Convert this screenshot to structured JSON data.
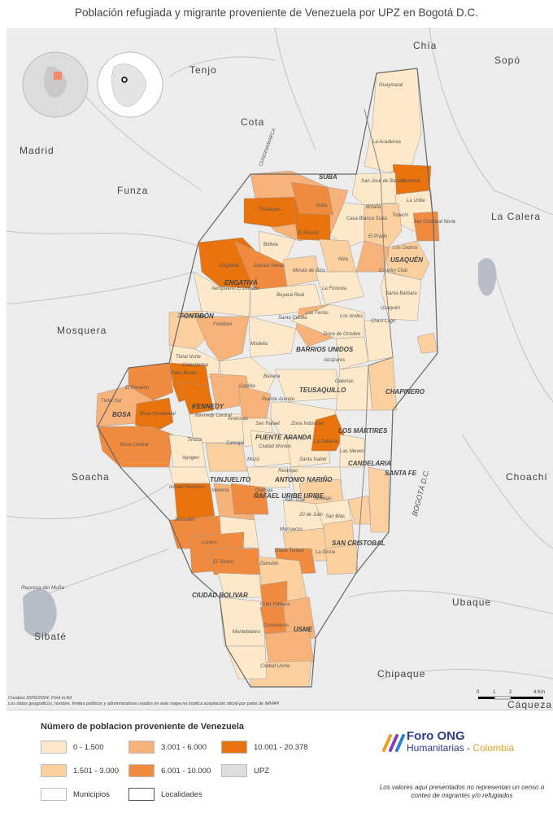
{
  "title": "Población refugiada y migrante proveniente de Venezuela por UPZ en Bogotá D.C.",
  "towns": [
    "Chía",
    "Sopó",
    "Tenjo",
    "Cota",
    "Madrid",
    "Funza",
    "La Calera",
    "Mosquera",
    "Choachí",
    "Soacha",
    "Sibaté",
    "Ubaque",
    "Chipaque",
    "Cáqueza",
    "Represa del Muña"
  ],
  "road_labels": [
    "CUNDINAMARCA",
    "BOGOTÁ D.C."
  ],
  "localidades": [
    "SUBA",
    "USAQUÉN",
    "ENGATIVÁ",
    "FONTIBÓN",
    "BARRIOS UNIDOS",
    "TEUSAQUILLO",
    "CHAPINERO",
    "KENNEDY",
    "BOSA",
    "PUENTE ARANDA",
    "LOS MÁRTIRES",
    "CANDELARIA",
    "SANTA FE",
    "TUNJUELITO",
    "ANTONIO NARIÑO",
    "RAFAEL URIBE URIBE",
    "SAN CRISTOBAL",
    "CIUDAD BOLIVAR",
    "USME"
  ],
  "upz": [
    "Guaymaral",
    "La Academia",
    "Verbenal",
    "San José de Bavaria",
    "Tibabuyes",
    "Suba",
    "Britalia",
    "La Uribe",
    "Toberín",
    "San Cristóbal Norte",
    "Casa Blanca Suba",
    "El Rincón",
    "El Prado",
    "Los Cedros",
    "Bolivia",
    "Niza",
    "Engativá",
    "Garcés Navas",
    "Minuto de Dios",
    "Country Club",
    "La Floresta",
    "Boyacá Real",
    "Aeropuerto El Dorado",
    "Santa Bárbara",
    "Usaquén",
    "Zona Franca",
    "Fontibón",
    "Las Ferias",
    "Los Andes",
    "Santa Cecilia",
    "Chicó Lago",
    "Doce de Octubre",
    "Modelia",
    "Alcázares",
    "Tintal Norte",
    "Galerías",
    "Calandaima",
    "El Porvenir",
    "Patio Bonito",
    "Castilla",
    "Bavaria",
    "Tintal Sur",
    "Bosa Occidental",
    "Puente Aranda",
    "Kennedy Central",
    "Américas",
    "San Rafael",
    "Zona Industrial",
    "Bosa Central",
    "Timiza",
    "Carvajal",
    "Ciudad Montes",
    "La Sabana",
    "Apogeo",
    "Muzú",
    "Las Nieves",
    "Santa Isabel",
    "Restrepo",
    "Ismael Perdomo",
    "Venecia",
    "Quiroga",
    "San José",
    "Sosiego",
    "20 de Julio",
    "Jerusalén",
    "San Blas",
    "Marruecos",
    "Lucero",
    "Diana Turbay",
    "La Gloria",
    "El Tesoro",
    "Danubio",
    "Gran Yomasa",
    "Monteblanco",
    "Comuneros",
    "Ciudad Usme"
  ],
  "credit_line1": "Creation 20/02/2024. Print in A3",
  "credit_line2": "Los datos geográficos, nombre, límites políticos y administrativos usados en este mapa no implica aceptación oficial por parte de iMMAP.",
  "scale": {
    "labels": [
      "0",
      "1",
      "2",
      "4 Km"
    ]
  },
  "legend": {
    "title": "Número de poblacion proveniente de Venezuela",
    "items": [
      {
        "label": "0 - 1.500",
        "color": "#fde9c9"
      },
      {
        "label": "3.001 - 6.000",
        "color": "#f7b27a"
      },
      {
        "label": "10.001 - 20.378",
        "color": "#e8720c"
      },
      {
        "label": "1.501 - 3.000",
        "color": "#fbcf9e"
      },
      {
        "label": "6.001 - 10.000",
        "color": "#f08a3e"
      },
      {
        "label": "UPZ",
        "color": "#dedede"
      },
      {
        "label": "Municipios",
        "color": "#ffffff"
      },
      {
        "label": "Localidades",
        "color": "#ffffff"
      }
    ]
  },
  "logo": {
    "line1": "Foro ONG",
    "line2": "Humanitarias - ",
    "line3": "Colombia"
  },
  "disclaimer": "Los valores aquí presentados no representan un censo o conteo de migrantes y/o refugiados"
}
